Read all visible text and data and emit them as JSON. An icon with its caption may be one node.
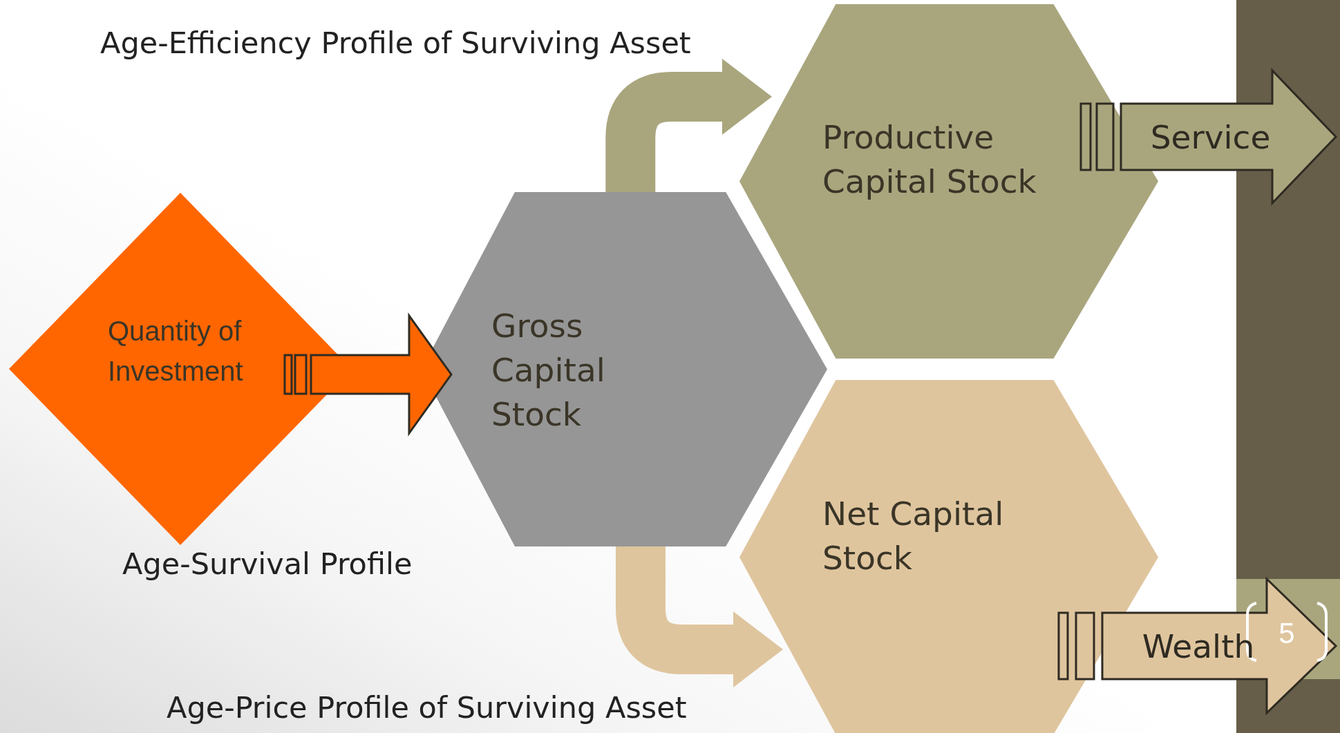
{
  "diagram": {
    "nodes": [
      {
        "text": [
          "Quantity of Investment"
        ]
      },
      {
        "text": [
          "Gross Capital Stock"
        ]
      },
      {
        "text": [
          "Productive Capital Stock"
        ]
      },
      {
        "text": [
          "Net Capital Stock"
        ]
      }
    ],
    "edges": [
      {
        "from": 0,
        "to": 1,
        "arrow": "to",
        "color": "#ff6600"
      },
      {
        "from": 1,
        "to": 2,
        "arrow": "to",
        "color": "#a9a67e"
      },
      {
        "from": 2,
        "to": null,
        "arrow": "to",
        "label": "Service",
        "color": "#a9a67e"
      },
      {
        "from": 1,
        "to": 3,
        "arrow": "to",
        "color": "#dfc59e"
      },
      {
        "from": 3,
        "to": null,
        "arrow": "to",
        "label": "Wealth",
        "color": "#dfc59e"
      }
    ],
    "labels": [
      "Age-Efficiency Profile of Surviving Asset",
      "Age-Survival Profile",
      "Age-Price Profile of Surviving Asset",
      "5"
    ]
  }
}
